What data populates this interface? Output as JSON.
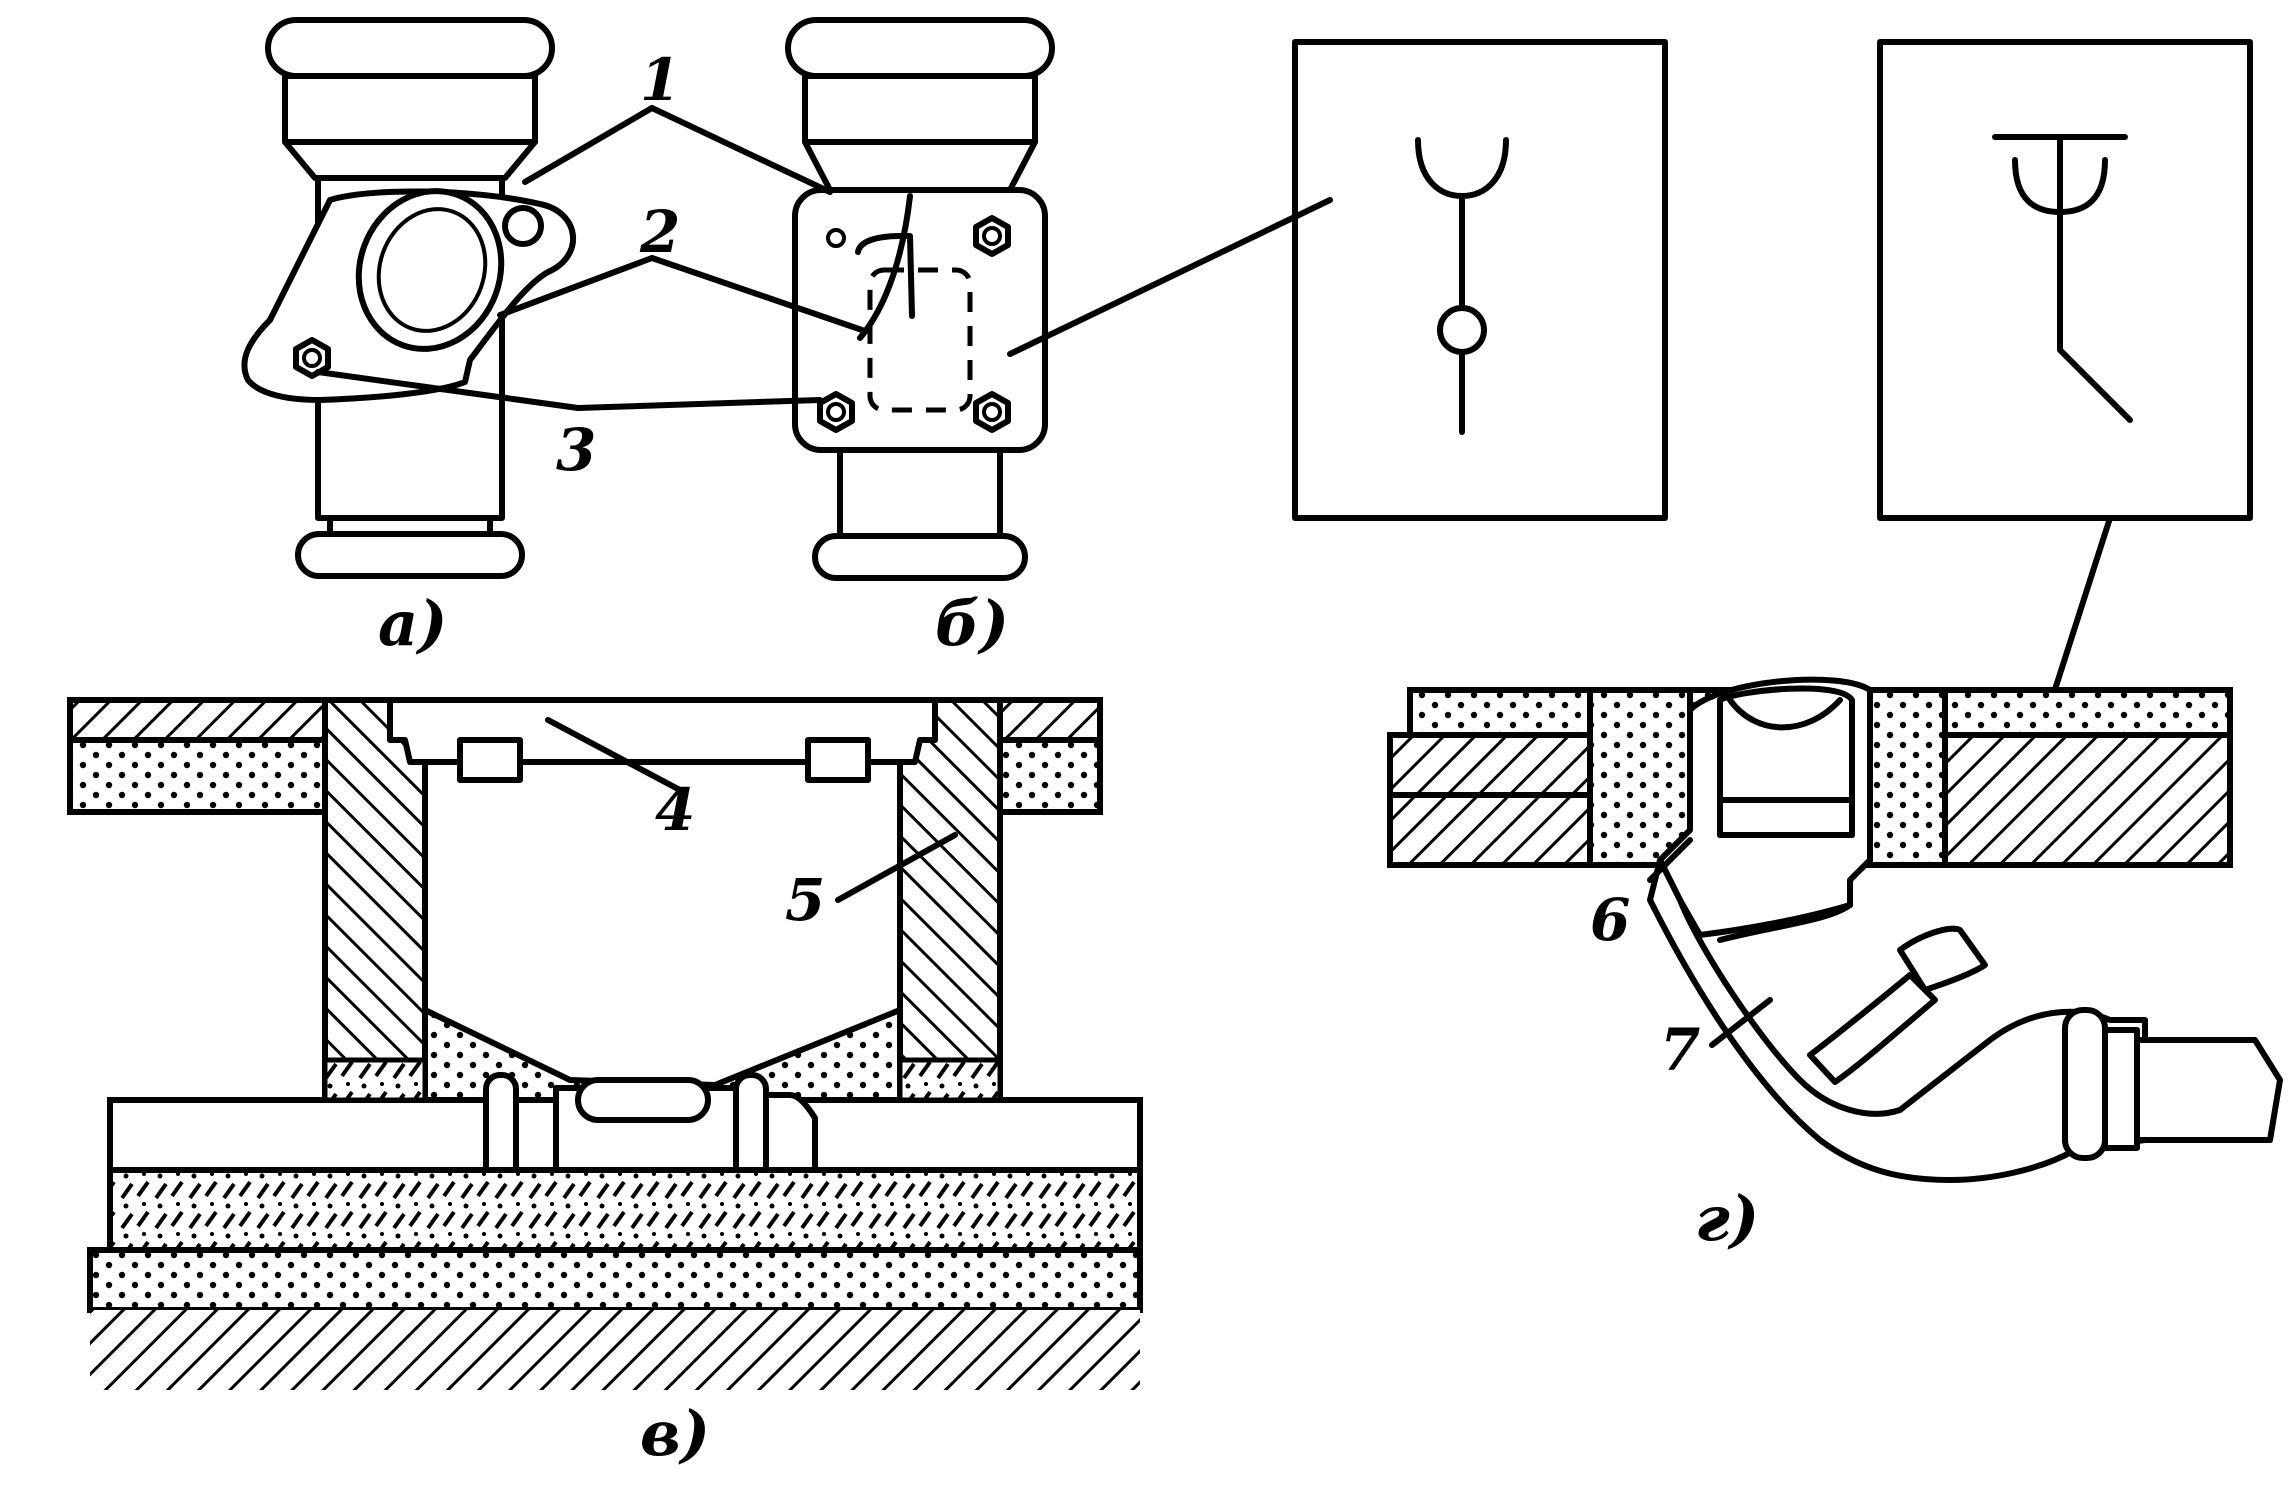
{
  "figure": {
    "callouts": [
      "1",
      "2",
      "3",
      "4",
      "5",
      "6",
      "7"
    ],
    "captions": {
      "a": "а)",
      "b": "б)",
      "v": "в)",
      "g": "г)"
    }
  }
}
